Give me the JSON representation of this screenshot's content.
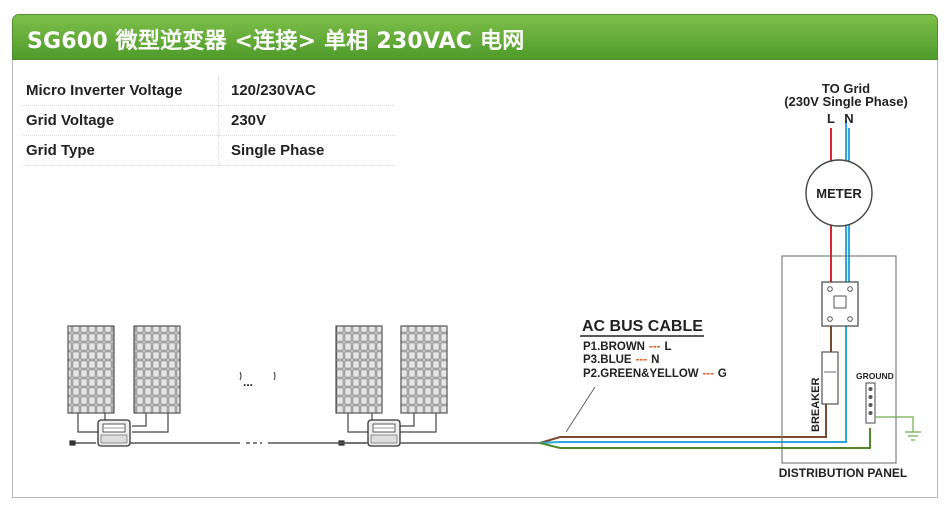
{
  "title": "SG600 微型逆变器 <连接> 单相 230VAC 电网",
  "specs": [
    {
      "label": "Micro Inverter Voltage",
      "value": "120/230VAC"
    },
    {
      "label": "Grid  Voltage",
      "value": "230V"
    },
    {
      "label": "Grid Type",
      "value": "Single Phase"
    }
  ],
  "grid": {
    "title": "TO Grid",
    "subtitle": "(230V Single Phase)",
    "line_label": "L",
    "neutral_label": "N"
  },
  "meter_label": "METER",
  "cable": {
    "title": "AC BUS CABLE",
    "wires": [
      {
        "name": "P1.BROWN",
        "dash": "---",
        "code": "L"
      },
      {
        "name": "P3.BLUE",
        "dash": "---",
        "code": "N"
      },
      {
        "name": "P2.GREEN&YELLOW",
        "dash": "---",
        "code": "G"
      }
    ]
  },
  "breaker_label": "BREAKER",
  "ground_label": "GROUND",
  "panel_label": "DISTRIBUTION PANEL",
  "colors": {
    "header_green": "#5aa532",
    "line_red": "#d9262b",
    "neutral_blue": "#2aa8df",
    "brown": "#7a4a2b",
    "green": "#4f8a2a",
    "dash_orange": "#e2571e"
  },
  "ellipsis": "..."
}
